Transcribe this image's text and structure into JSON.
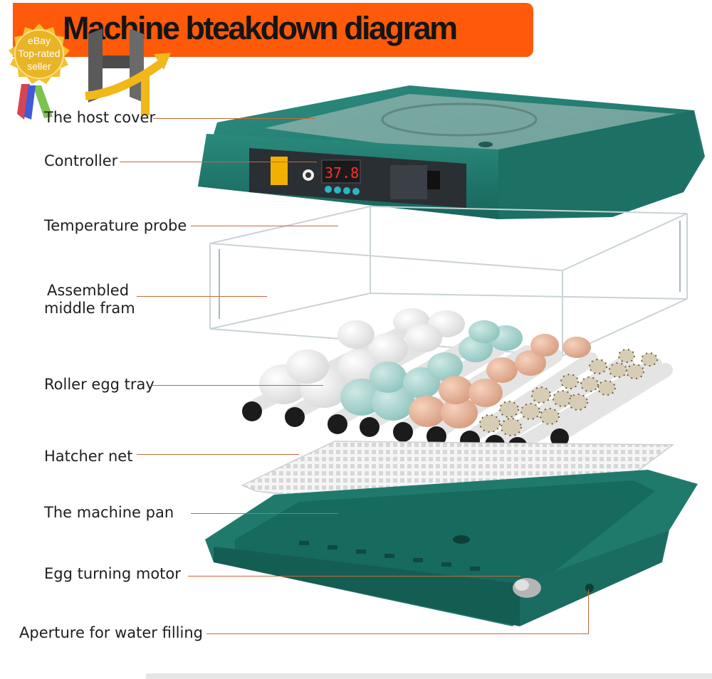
{
  "title": "Machine bteakdown diagram",
  "badge": {
    "line1": "eBay",
    "line2": "Top-rated",
    "line3": "seller"
  },
  "logo": {
    "name": "H-arrow-logo"
  },
  "colors": {
    "title_bg": "#ff5a0a",
    "leader": "#c46a38",
    "machine_green": "#1f7f72",
    "badge_gold": "#f2c12e"
  },
  "labels": {
    "host_cover": "The host cover",
    "controller": "Controller",
    "temperature_probe": "Temperature probe",
    "middle_frame_1": "Assembled",
    "middle_frame_2": "middle fram",
    "roller_tray": "Roller egg tray",
    "hatcher_net": "Hatcher net",
    "machine_pan": "The machine pan",
    "turning_motor": "Egg turning motor",
    "water_aperture": "Aperture for water filling"
  },
  "display": {
    "readout": "37.8"
  }
}
